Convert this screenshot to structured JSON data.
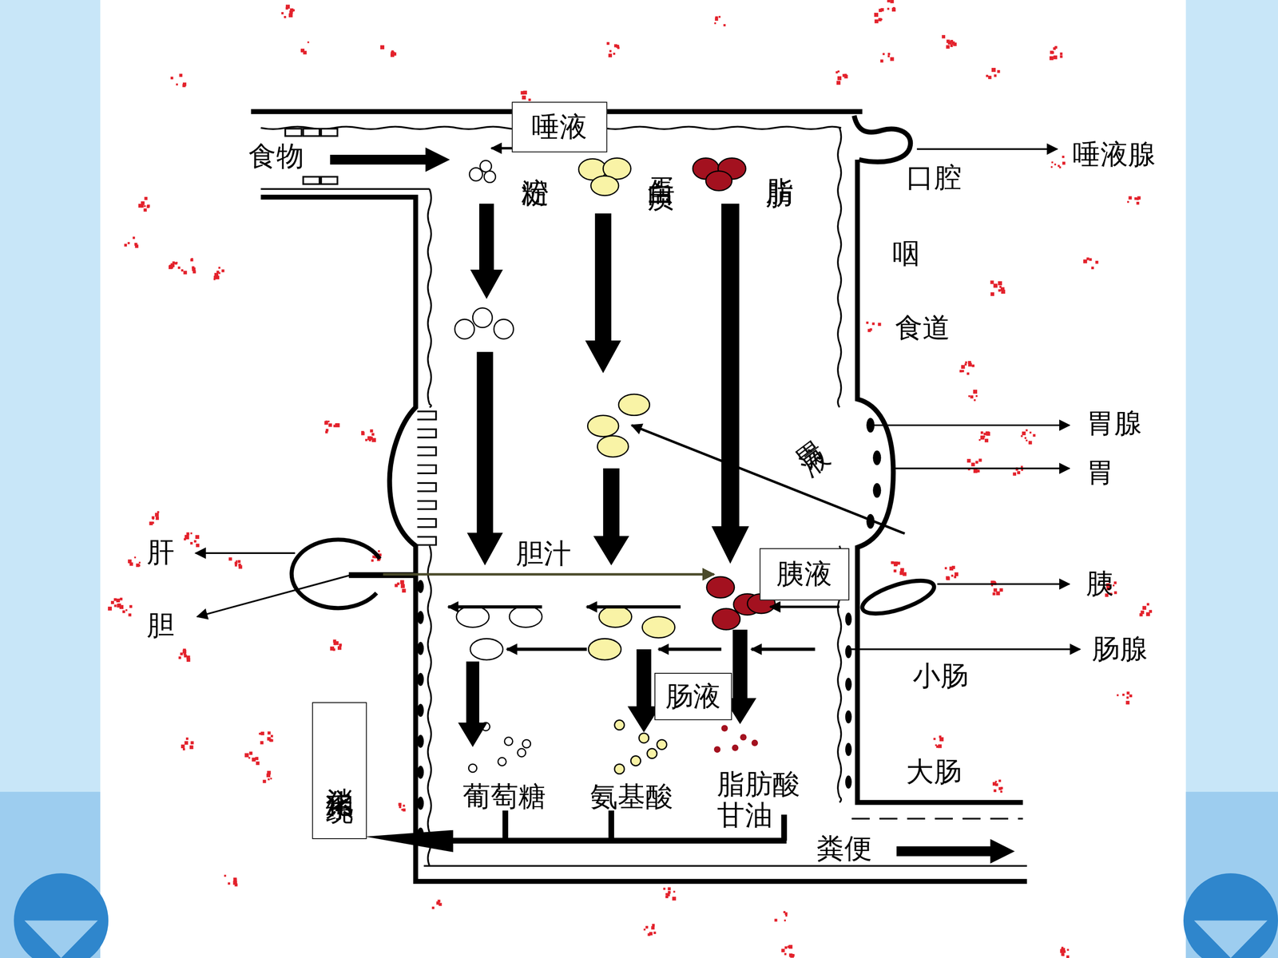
{
  "diagram": {
    "nodes": [
      {
        "text": [
          "唾液"
        ]
      },
      {
        "text": [
          "胰液"
        ]
      },
      {
        "text": [
          "肠液"
        ]
      },
      {
        "text": [
          "消化系统"
        ]
      }
    ],
    "labels": [
      "食物",
      "淀粉",
      "蛋白质",
      "脂肪",
      "唾液腺",
      "口腔",
      "咽",
      "食道",
      "胃腺",
      "胃液",
      "胃",
      "胆汁",
      "肝",
      "胰",
      "胆",
      "肠腺",
      "小肠",
      "大肠",
      "葡萄糖",
      "氨基酸",
      "脂肪酸 甘油",
      "粪便"
    ]
  }
}
